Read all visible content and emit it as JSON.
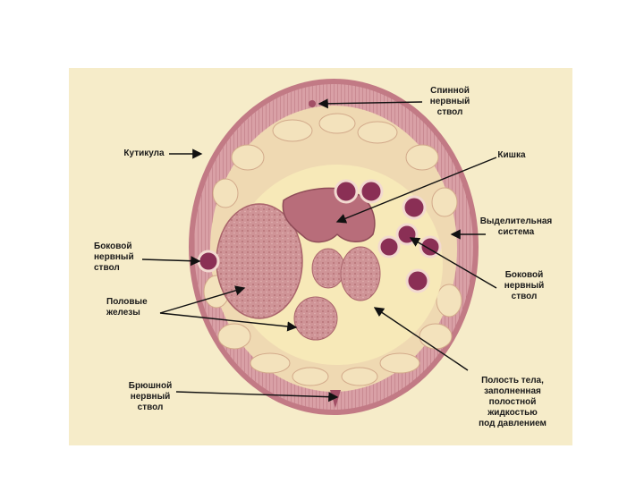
{
  "labels": {
    "dorsal_nerve": "Спинной\nнервный\nствол",
    "cuticle": "Кутикула",
    "intestine": "Кишка",
    "excretory": "Выделительная\nсистема",
    "lateral_nerve_left": "Боковой\nнервный\nствол",
    "lateral_nerve_right": "Боковой\nнервный\nствол",
    "gonads": "Половые\nжелезы",
    "ventral_nerve": "Брюшной\nнервный\nствол",
    "body_cavity": "Полость тела,\nзаполненная\nполостной\nжидкостью\nпод давлением"
  },
  "colors": {
    "background": "#f6ecc9",
    "cuticle": "#c97f8a",
    "muscle": "#d79aa2",
    "cavity": "#f7e9b8",
    "gonad": "#c98b8e",
    "intestine": "#b86d7a",
    "vessel": "#8a2f55",
    "arrow": "#111111"
  }
}
